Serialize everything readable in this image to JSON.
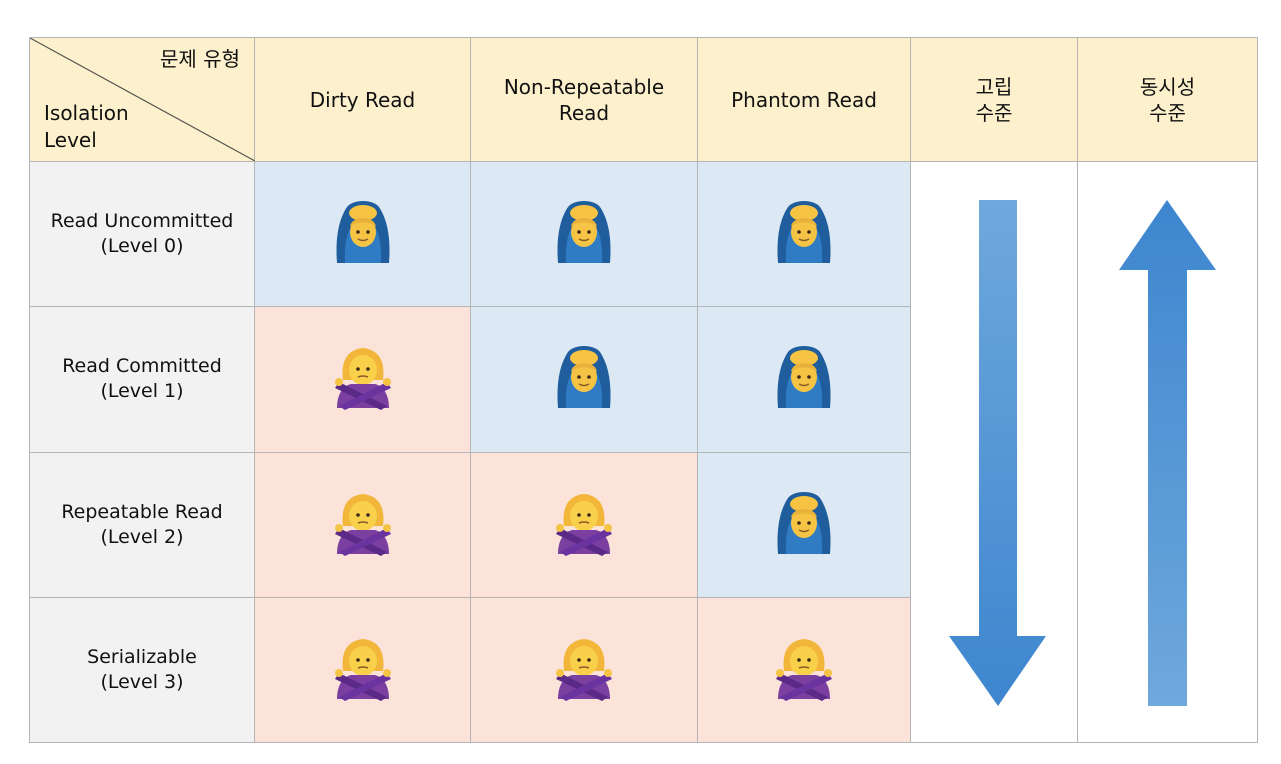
{
  "corner": {
    "top_right_label": "문제 유형",
    "bottom_left_label_line1": "Isolation",
    "bottom_left_label_line2": "Level"
  },
  "columns": [
    {
      "label": "Dirty Read"
    },
    {
      "label": "Non-Repeatable\nRead"
    },
    {
      "label": "Phantom  Read"
    },
    {
      "label": "고립\n수준"
    },
    {
      "label": "동시성\n수준"
    }
  ],
  "rows": [
    {
      "name": "Read Uncommitted",
      "level": "(Level 0)",
      "cells": [
        "ok",
        "ok",
        "ok"
      ]
    },
    {
      "name": "Read Committed",
      "level": "(Level 1)",
      "cells": [
        "no",
        "ok",
        "ok"
      ]
    },
    {
      "name": "Repeatable Read",
      "level": "(Level 2)",
      "cells": [
        "no",
        "no",
        "ok"
      ]
    },
    {
      "name": "Serializable",
      "level": "(Level 3)",
      "cells": [
        "no",
        "no",
        "no"
      ]
    }
  ],
  "icons": {
    "ok": "ok-gesture-icon",
    "no": "no-gesture-icon"
  },
  "arrows": {
    "isolation": "down-arrow",
    "concurrency": "up-arrow"
  },
  "colors": {
    "header_bg": "#fdf0cc",
    "allowed_bg": "#dde8f5",
    "prevented_bg": "#fbe3d9",
    "rowheader_bg": "#f2f2f2",
    "arrow": "#4a90d4"
  }
}
